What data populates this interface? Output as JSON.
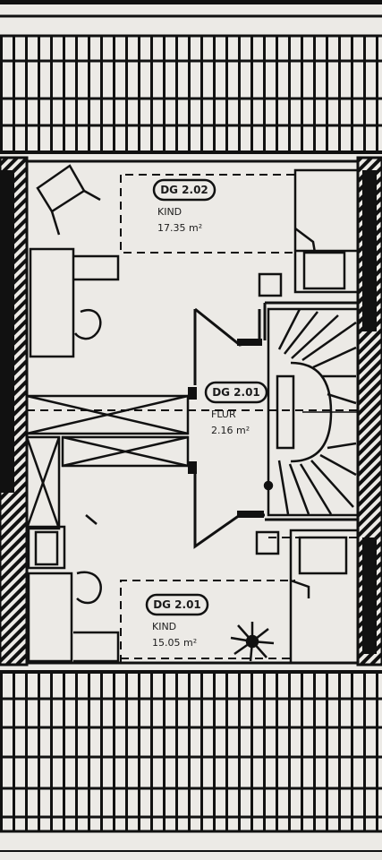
{
  "plan": {
    "colors": {
      "paper": "#eceae6",
      "ink": "#1c1c1c",
      "wall": "#111111",
      "shade": "#d7d5d1"
    },
    "rooms": [
      {
        "id": "DG 2.02",
        "name": "KIND",
        "area": "17.35 m²"
      },
      {
        "id": "DG 2.01",
        "name": "FLUR",
        "area": "2.16 m²"
      },
      {
        "id": "DG 2.01",
        "name": "KIND",
        "area": "15.05 m²"
      }
    ],
    "symbols": [
      "plant-icon",
      "chair-icon",
      "bed-icon",
      "desk-icon",
      "stair-icon"
    ]
  }
}
